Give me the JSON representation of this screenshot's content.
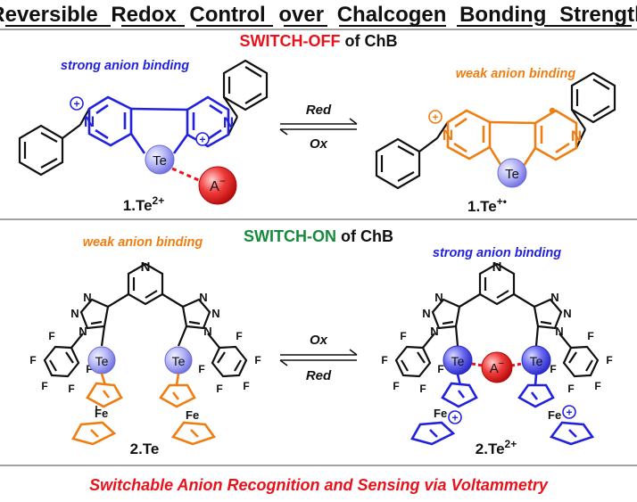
{
  "title_words": [
    "Reversible",
    "Redox",
    "Control",
    "over",
    "Chalcogen",
    "Bonding",
    "Strength"
  ],
  "top": {
    "heading_switch": "SWITCH-OFF",
    "heading_rest": " of ChB",
    "left_binding": "strong anion binding",
    "right_binding": "weak anion binding",
    "arrow_top": "Red",
    "arrow_bottom": "Ox",
    "left_compound": "1.Te",
    "left_compound_sup": "2+",
    "right_compound": "1.Te",
    "right_compound_sup": "+•",
    "atom_te": "Te",
    "atom_n": "N",
    "anion": "A",
    "anion_sup": "−",
    "plus": "+",
    "radical": "•"
  },
  "bottom": {
    "heading_switch": "SWITCH-ON",
    "heading_rest": " of ChB",
    "left_binding": "weak anion binding",
    "right_binding": "strong anion binding",
    "arrow_top": "Ox",
    "arrow_bottom": "Red",
    "left_compound": "2.Te",
    "right_compound": "2.Te",
    "right_compound_sup": "2+",
    "atom_te": "Te",
    "atom_n": "N",
    "atom_f": "F",
    "atom_fe": "Fe",
    "anion": "A",
    "anion_sup": "−",
    "plus": "+"
  },
  "footer": "Switchable Anion Recognition and Sensing via Voltammetry",
  "colors": {
    "red": "#e8121c",
    "green": "#168a3a",
    "blue": "#2222dd",
    "orange": "#ef7d12",
    "black": "#111111"
  }
}
